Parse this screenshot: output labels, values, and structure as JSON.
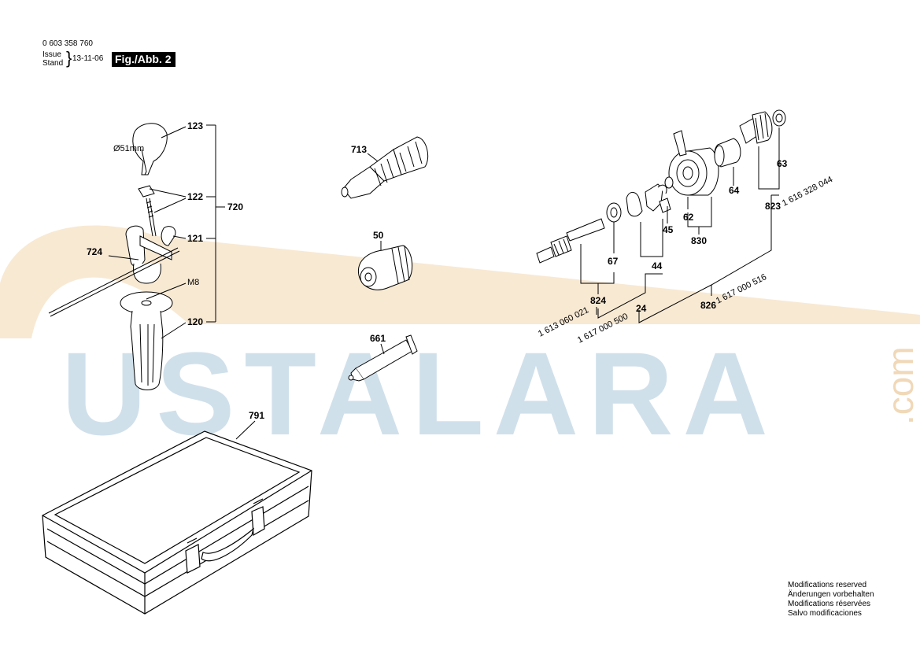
{
  "header": {
    "doc_number": "0 603 358 760",
    "issue_label": "Issue",
    "stand_label": "Stand",
    "issue_date": "13-11-06",
    "figure_label": "Fig./Abb. 2"
  },
  "watermark": {
    "text": "USTALARA",
    "suffix": ".com",
    "color": "#c8dbe8",
    "swoosh_color": "#f5e2c4"
  },
  "parts": {
    "p123": "123",
    "diameter": "Ø51mm",
    "p122": "122",
    "p720": "720",
    "p121": "121",
    "p724": "724",
    "m8": "M8",
    "p120": "120",
    "p713": "713",
    "p50": "50",
    "p661": "661",
    "p791": "791",
    "p63": "63",
    "p64": "64",
    "p62": "62",
    "p830": "830",
    "p45": "45",
    "p44": "44",
    "p67": "67",
    "p823": "823",
    "p823_num": "1 616 328 044",
    "p824": "824",
    "p824_num": "1 613 060 021",
    "p24": "24",
    "p24_num": "1 617 000 500",
    "p826": "826",
    "p826_num": "1 617 000 516"
  },
  "notes": [
    "Modifications reserved",
    "Änderungen vorbehalten",
    "Modifications réservées",
    "Salvo modificaciones"
  ]
}
